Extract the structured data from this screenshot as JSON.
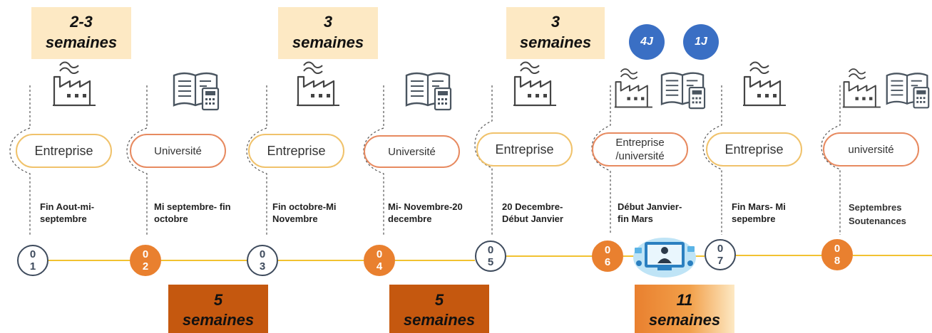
{
  "durations_top": [
    {
      "line1": "2-3",
      "line2": "semaines"
    },
    {
      "line1": "3",
      "line2": "semaines"
    },
    {
      "line1": "3",
      "line2": "semaines"
    }
  ],
  "durations_bottom": [
    {
      "line1": "5",
      "line2": "semaines"
    },
    {
      "line1": "5",
      "line2": "semaines"
    },
    {
      "line1": "11",
      "line2": "semaines"
    }
  ],
  "badges": [
    {
      "label": "4J"
    },
    {
      "label": "1J"
    }
  ],
  "phases": [
    {
      "label": "Entreprise",
      "date1": "Fin Aout-mi-",
      "date2": "septembre",
      "n1": "0",
      "n2": "1",
      "icon": "factory-icon"
    },
    {
      "label": "Université",
      "date1": "Mi septembre- fin",
      "date2": "octobre",
      "n1": "0",
      "n2": "2",
      "icon": "book-calculator-icon"
    },
    {
      "label": "Entreprise",
      "date1": "Fin octobre-Mi",
      "date2": "Novembre",
      "n1": "0",
      "n2": "3",
      "icon": "factory-icon"
    },
    {
      "label": "Université",
      "date1": "Mi- Novembre-20",
      "date2": "decembre",
      "n1": "0",
      "n2": "4",
      "icon": "book-calculator-icon"
    },
    {
      "label": "Entreprise",
      "date1": "20 Decembre-",
      "date2": "Début Janvier",
      "n1": "0",
      "n2": "5",
      "icon": "factory-icon"
    },
    {
      "label": "Entreprise",
      "label2": "/université",
      "date1": "Début Janvier-",
      "date2": "fin Mars",
      "n1": "0",
      "n2": "6",
      "icon": "factory-book-icon"
    },
    {
      "label": "Entreprise",
      "date1": "Fin Mars- Mi",
      "date2": "sepembre",
      "n1": "0",
      "n2": "7",
      "icon": "factory-icon"
    },
    {
      "label": "université",
      "date1": "Septembres",
      "date2": "Soutenances",
      "n1": "0",
      "n2": "8",
      "icon": "factory-book-icon"
    }
  ],
  "colors": {
    "enterprise_border": "#f0c26b",
    "university_border": "#e78a60",
    "node_orange": "#e9802f",
    "timeline": "#f2c231",
    "badge_blue": "#3a6fc4",
    "duration_top_bg": "#fde9c4",
    "duration_bottom_bg": "#c5580f"
  }
}
